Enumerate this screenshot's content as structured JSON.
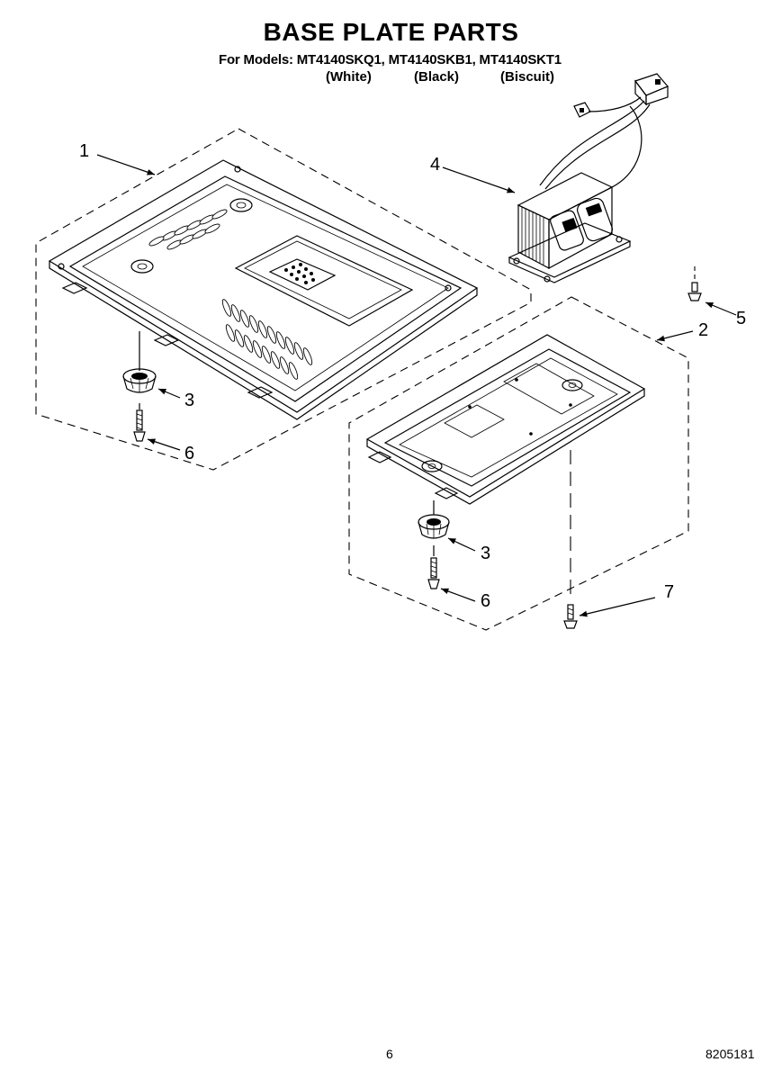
{
  "header": {
    "title": "BASE PLATE PARTS",
    "models_line": "For Models: MT4140SKQ1, MT4140SKB1, MT4140SKT1",
    "variants": [
      "(White)",
      "(Black)",
      "(Biscuit)"
    ]
  },
  "callouts": {
    "part_1": "1",
    "part_2": "2",
    "part_3_left": "3",
    "part_3_right": "3",
    "part_4": "4",
    "part_5": "5",
    "part_6_left": "6",
    "part_6_right": "6",
    "part_7": "7"
  },
  "footer": {
    "page_number": "6",
    "doc_number": "8205181"
  }
}
